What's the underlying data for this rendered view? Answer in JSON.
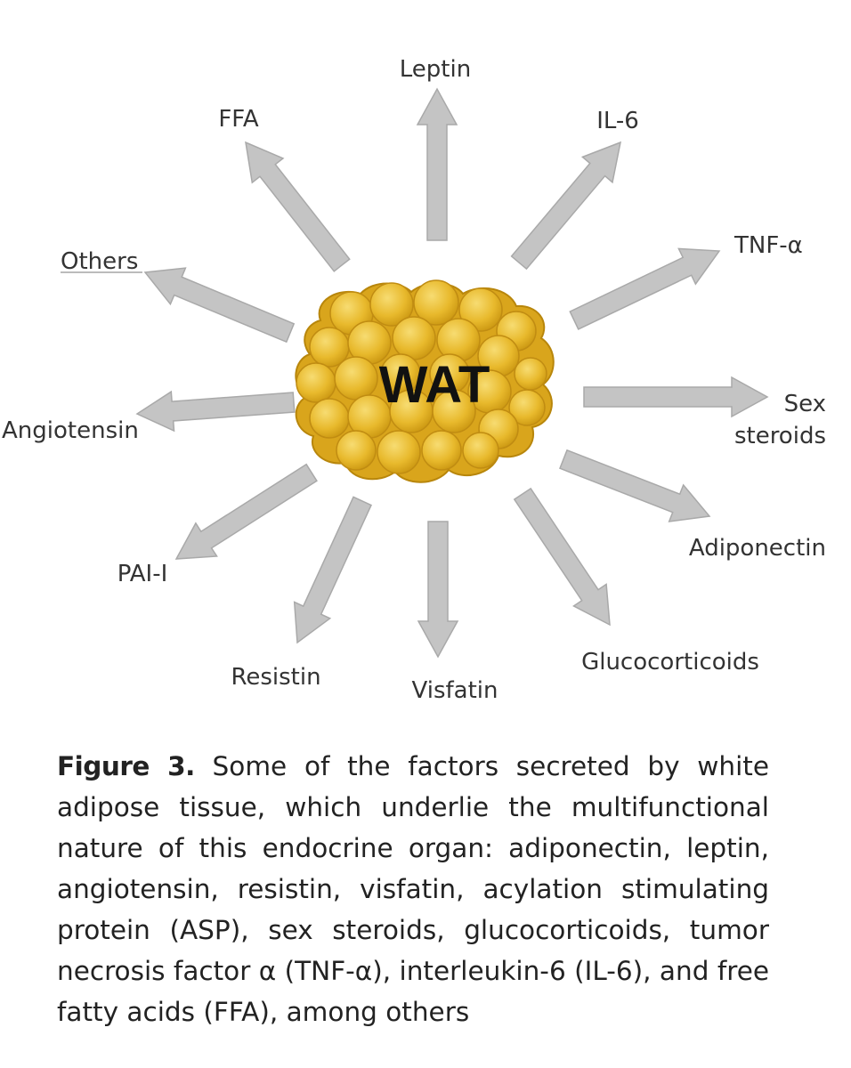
{
  "diagram": {
    "center_label": "WAT",
    "arrow_color": "#c4c4c4",
    "arrow_stroke": "#a9a9a9",
    "blob_color": "#e8b92c",
    "blob_dark": "#c99510",
    "labels": {
      "leptin": "Leptin",
      "il6": "IL-6",
      "tnf": "TNF-α",
      "sex1": "Sex",
      "sex2": "steroids",
      "adiponectin": "Adiponectin",
      "glucocorticoids": "Glucocorticoids",
      "visfatin": "Visfatin",
      "resistin": "Resistin",
      "pai": "PAI-I",
      "angiotensin": "Angiotensin",
      "others": "Others",
      "ffa": "FFA"
    }
  },
  "caption": {
    "label": "Figure 3.",
    "text": " Some of the factors secreted by white adipose tissue, which underlie the multifunctional nature of this endocrine organ: adiponectin, leptin, angiotensin, resistin, visfatin, acylation stimulating protein (ASP), sex steroids, glucocorticoids, tumor necrosis factor α (TNF-α), interleukin-6 (IL-6), and free fatty acids (FFA), among others"
  }
}
